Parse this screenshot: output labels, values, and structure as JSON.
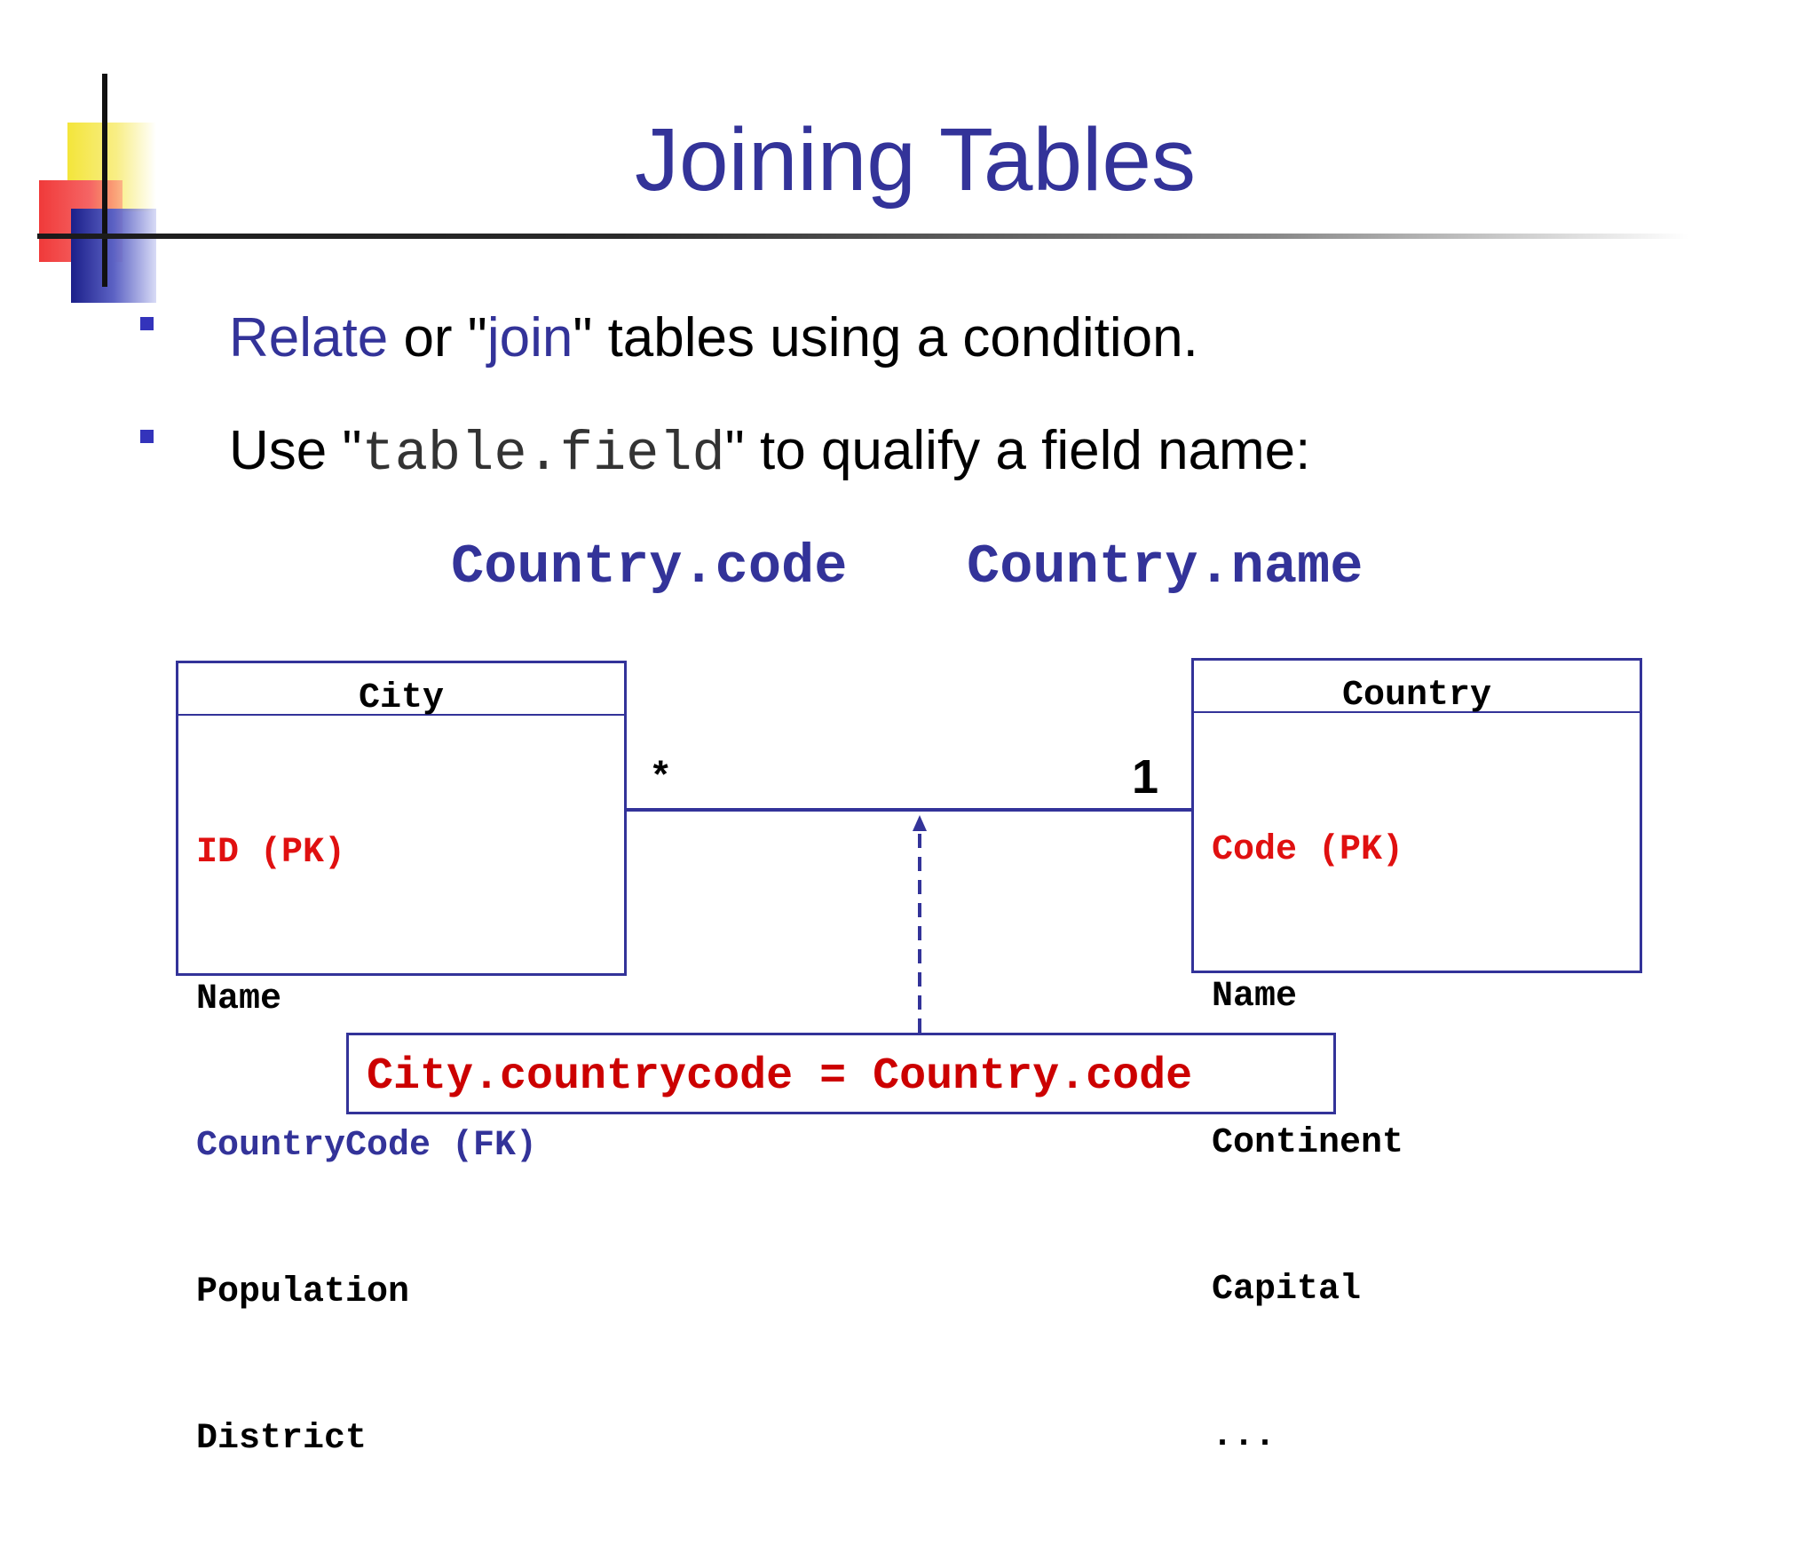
{
  "slide": {
    "title": "Joining Tables",
    "bullets": [
      {
        "kw1": "Relate",
        "mid1": " or \"",
        "kw2": "join",
        "tail": "\" tables using a condition."
      },
      {
        "pre": "Use \"",
        "code": "table.field",
        "post": "\" to qualify a field name:"
      }
    ],
    "qualified_examples": [
      "Country.code",
      "Country.name"
    ]
  },
  "diagram": {
    "city": {
      "name": "City",
      "fields": [
        {
          "text": "ID (PK)",
          "color": "#e01010"
        },
        {
          "text": "Name",
          "color": "#000000"
        },
        {
          "text": "CountryCode (FK)",
          "color": "#333399"
        },
        {
          "text": "Population",
          "color": "#000000"
        },
        {
          "text": "District",
          "color": "#000000"
        }
      ]
    },
    "country": {
      "name": "Country",
      "fields": [
        {
          "text": "Code (PK)",
          "color": "#e01010"
        },
        {
          "text": "Name",
          "color": "#000000"
        },
        {
          "text": "Continent",
          "color": "#000000"
        },
        {
          "text": "Capital",
          "color": "#000000"
        },
        {
          "text": "...",
          "color": "#000000"
        }
      ]
    },
    "relationship": {
      "city_multiplicity": "*",
      "country_multiplicity": "1"
    },
    "join_condition": "City.countrycode = Country.code"
  },
  "colors": {
    "accent": "#333399",
    "primary_key": "#e01010",
    "condition": "#cc0000"
  }
}
